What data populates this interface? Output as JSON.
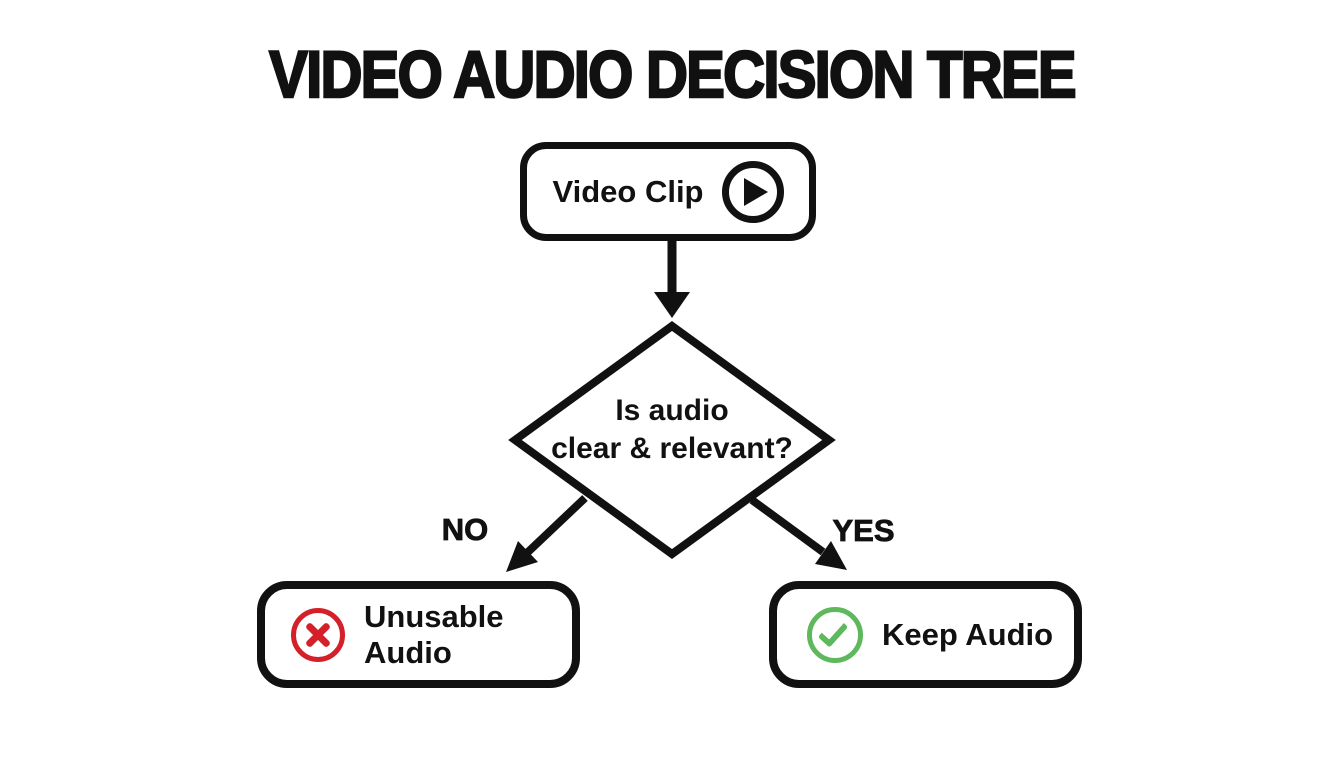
{
  "title": "VIDEO AUDIO DECISION TREE",
  "flowchart": {
    "start_node": {
      "label": "Video Clip",
      "icon": "play-icon"
    },
    "decision_node": {
      "line1": "Is audio",
      "line2": "clear & relevant?"
    },
    "no_branch": {
      "label": "NO"
    },
    "yes_branch": {
      "label": "YES"
    },
    "reject_node": {
      "label": "Unusable Audio",
      "icon": "x-circle-icon"
    },
    "accept_node": {
      "label": "Keep Audio",
      "icon": "check-circle-icon"
    }
  },
  "colors": {
    "stroke_black": "#111111",
    "reject_red": "#d32029",
    "accept_green": "#5eb95c",
    "background": "#ffffff"
  }
}
